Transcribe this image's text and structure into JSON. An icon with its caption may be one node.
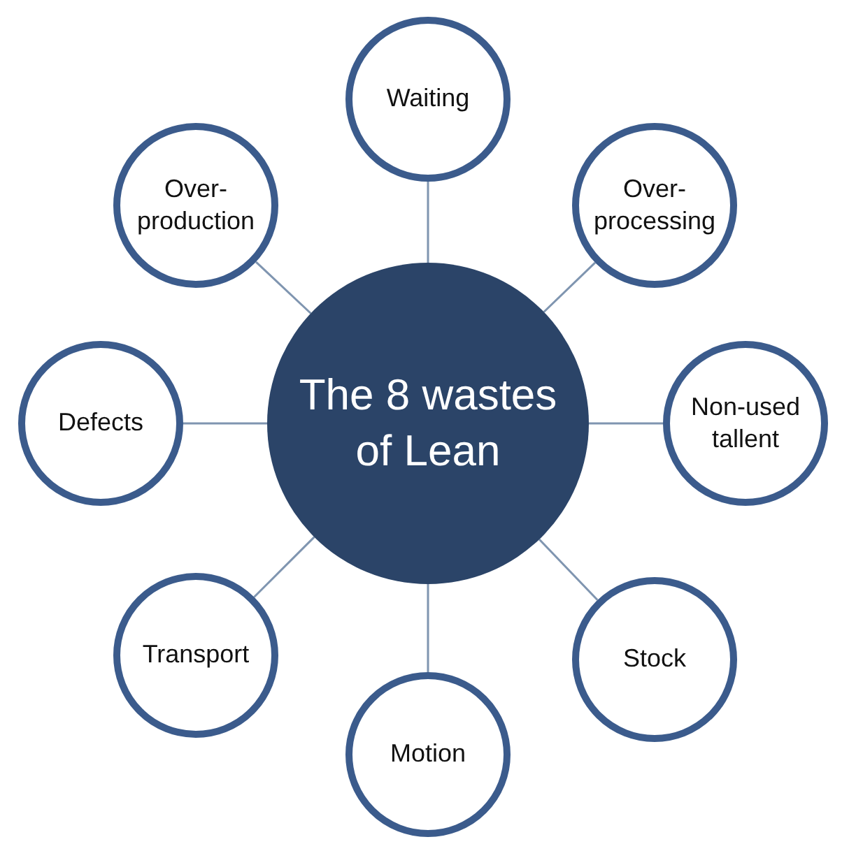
{
  "diagram": {
    "nodes": [
      {
        "text": [
          "The 8 wastes of Lean"
        ]
      },
      {
        "text": [
          "Waiting"
        ]
      },
      {
        "text": [
          "Over- processing"
        ]
      },
      {
        "text": [
          "Non-used tallent"
        ]
      },
      {
        "text": [
          "Stock"
        ]
      },
      {
        "text": [
          "Motion"
        ]
      },
      {
        "text": [
          "Transport"
        ]
      },
      {
        "text": [
          "Defects"
        ]
      },
      {
        "text": [
          "Over- production"
        ]
      }
    ],
    "edges": [
      {
        "from": 0,
        "to": 1,
        "arrow": "none"
      },
      {
        "from": 0,
        "to": 2,
        "arrow": "none"
      },
      {
        "from": 0,
        "to": 3,
        "arrow": "none"
      },
      {
        "from": 0,
        "to": 4,
        "arrow": "none"
      },
      {
        "from": 0,
        "to": 5,
        "arrow": "none"
      },
      {
        "from": 0,
        "to": 6,
        "arrow": "none"
      },
      {
        "from": 0,
        "to": 7,
        "arrow": "none"
      },
      {
        "from": 0,
        "to": 8,
        "arrow": "none"
      }
    ]
  }
}
